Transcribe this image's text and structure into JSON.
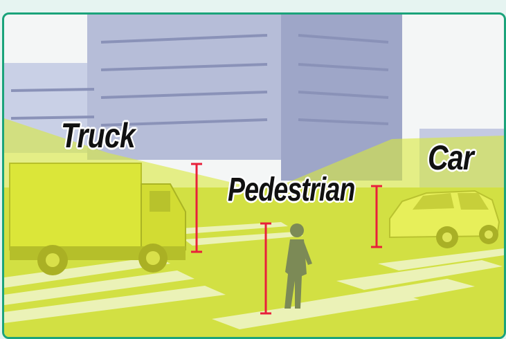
{
  "labels": {
    "truck": "Truck",
    "pedestrian": "Pedestrian",
    "car": "Car"
  },
  "colors": {
    "border": "#1aa37a",
    "detection_zone": "#d9ea3c",
    "measurement_bar": "#e8203a"
  }
}
